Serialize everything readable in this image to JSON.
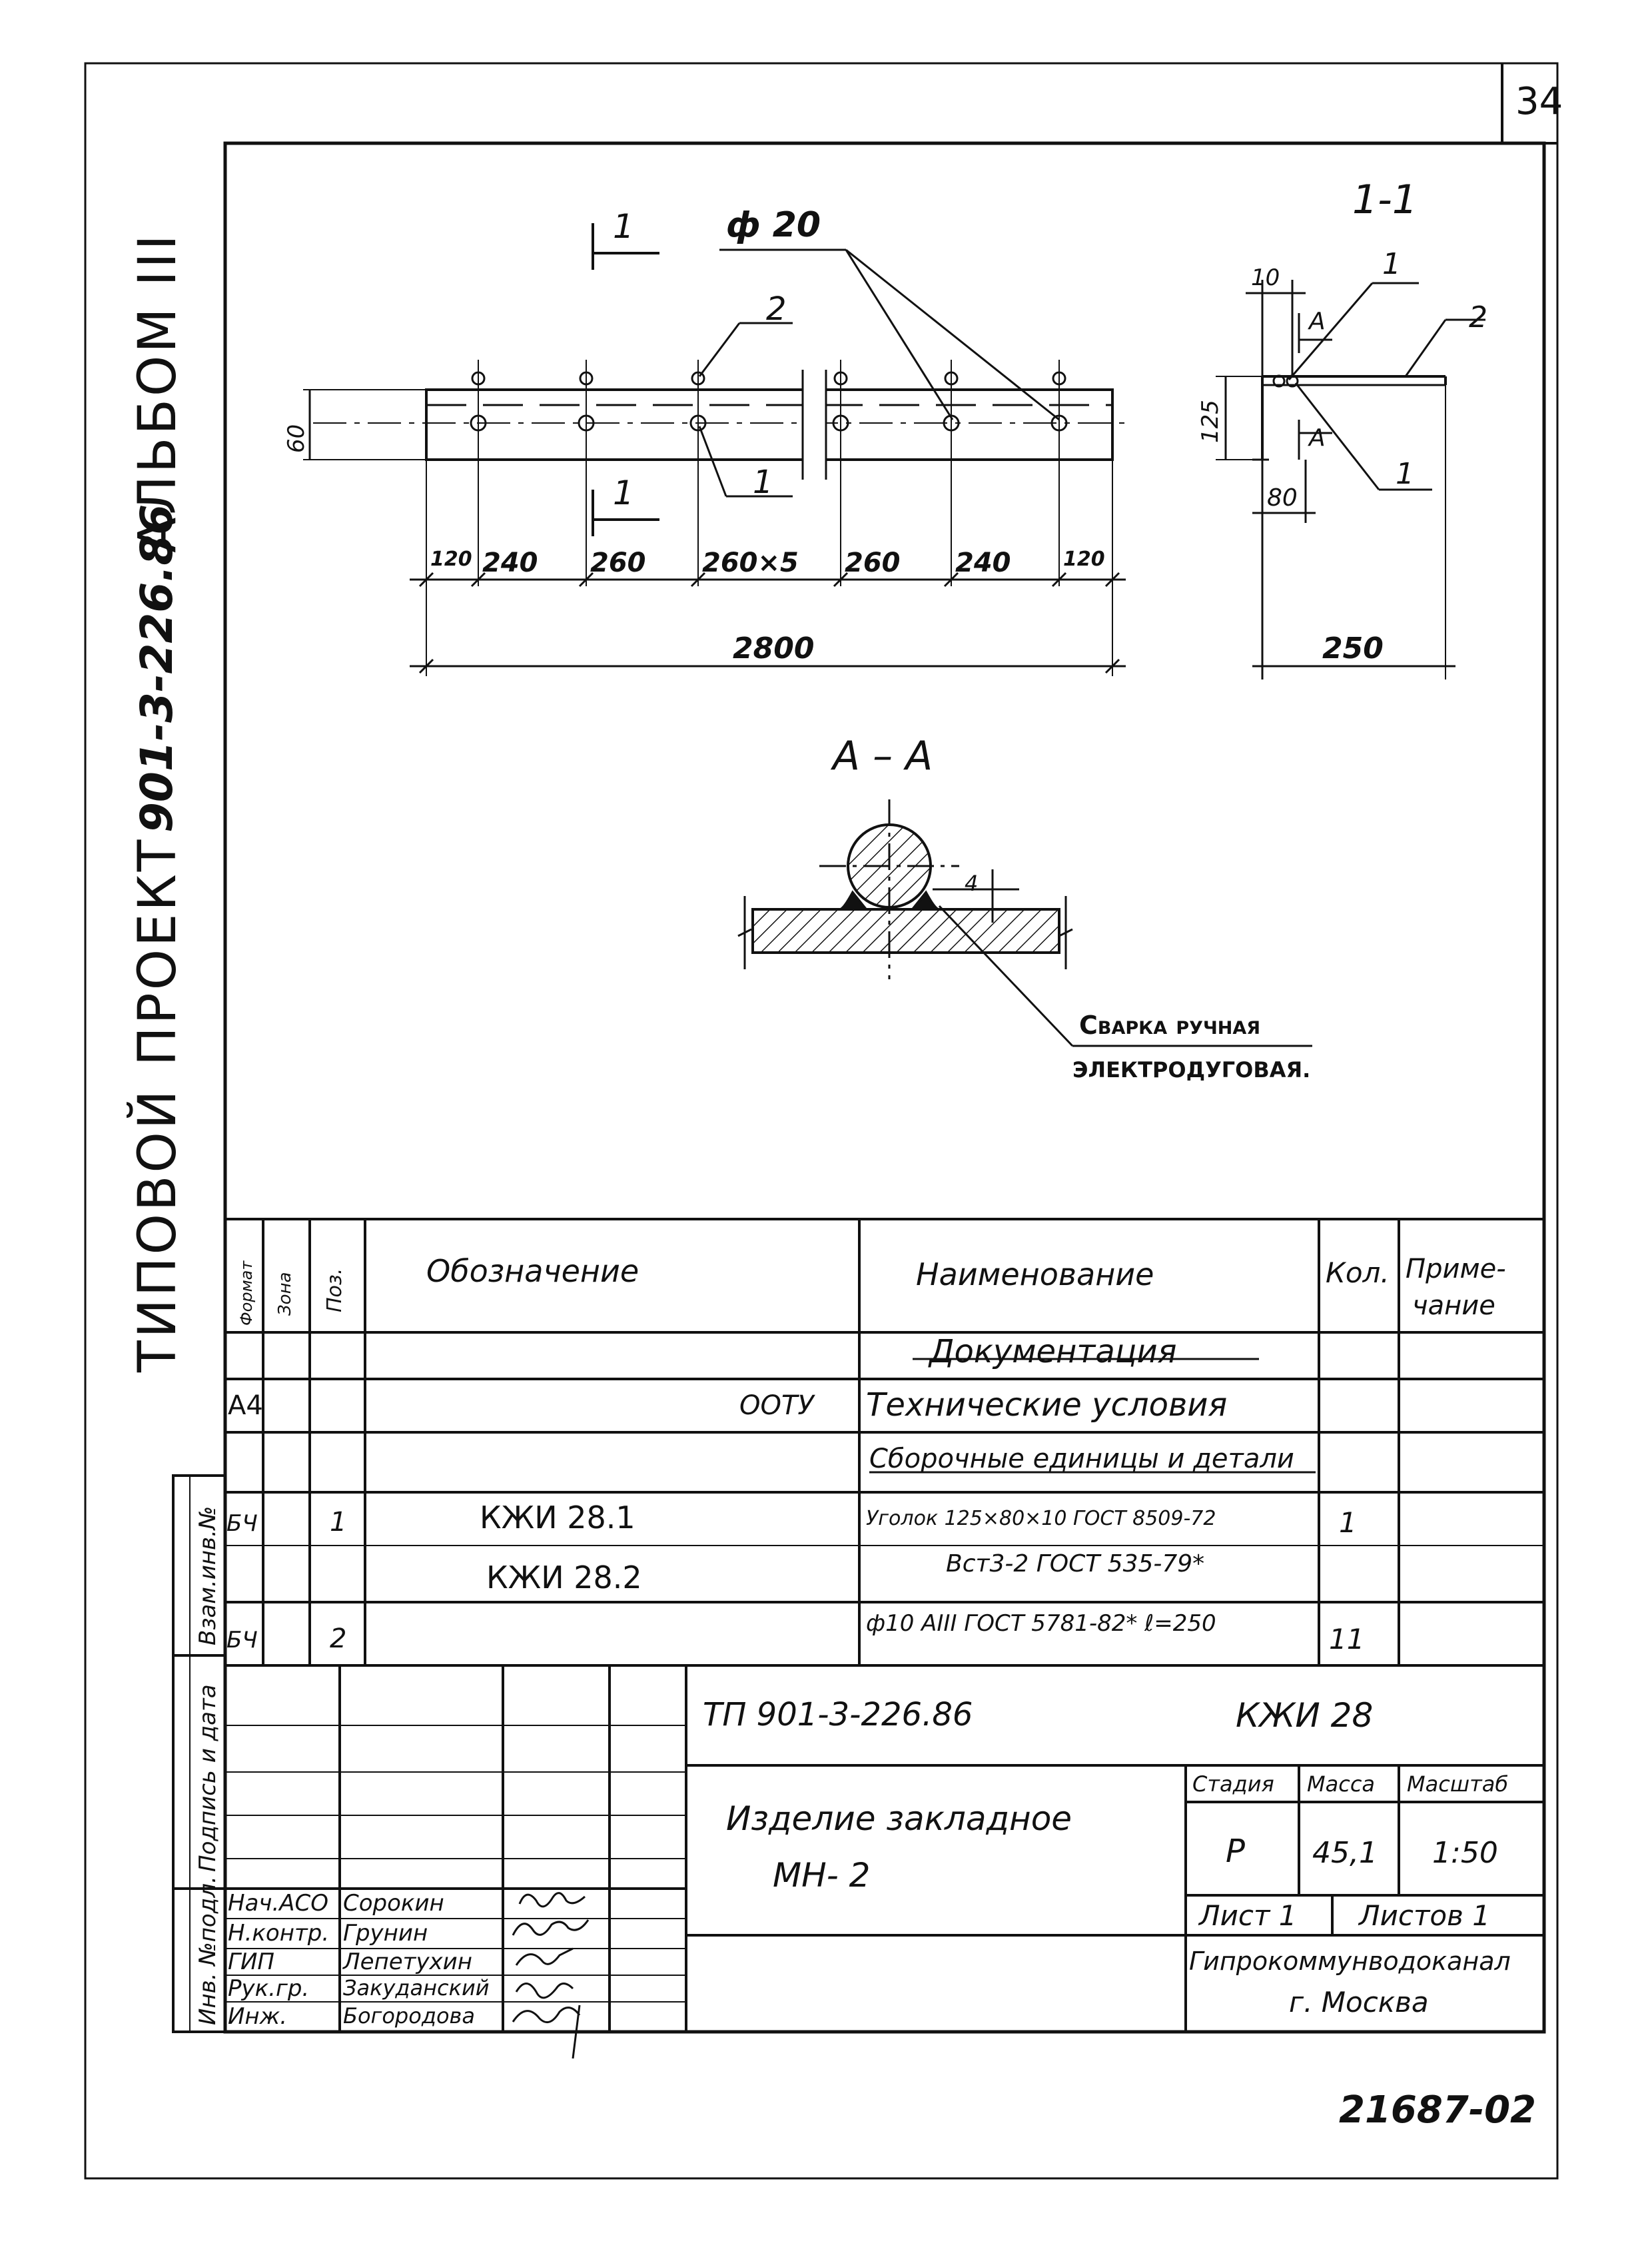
{
  "page_number": "34",
  "side_title": {
    "prefix": "ТИПОВОЙ",
    "project": "ПРОЕКТ",
    "code": "901-3-226.86",
    "album": "АЛЬБОМ III"
  },
  "left_stamp": {
    "inv_podl": "Инв. №подл.",
    "podpis_data": "Подпись и дата",
    "vzam_inv": "Взам.инв.№"
  },
  "drawing": {
    "section_1_1": "1-1",
    "section_mark_1": "1",
    "phi20": "ф 20",
    "pos2": "2",
    "pos1": "1",
    "dim_60": "60",
    "dims_bottom": [
      "120",
      "240",
      "260",
      "260×5",
      "260",
      "240",
      "120"
    ],
    "dim_total": "2800",
    "side_10": "10",
    "side_A": "А",
    "side_125": "125",
    "side_80": "80",
    "side_250": "250",
    "side_pos1a": "1",
    "side_pos2": "2",
    "side_pos1b": "1",
    "section_AA": "А – А",
    "weld_h": "4",
    "weld_label_1": "Сварка ручная",
    "weld_label_2": "электродуговая."
  },
  "spec": {
    "headers": {
      "format": "Формат",
      "zone": "Зона",
      "pos": "Поз.",
      "designation": "Обозначение",
      "name": "Наименование",
      "qty": "Кол.",
      "note_1": "Приме-",
      "note_2": "чание"
    },
    "rows": [
      {
        "format": "",
        "pos": "",
        "designation": "",
        "name": "Документация",
        "qty": ""
      },
      {
        "format": "А4",
        "pos": "",
        "designation": "ООТУ",
        "name": "Технические условия",
        "qty": ""
      },
      {
        "format": "",
        "pos": "",
        "designation": "",
        "name": "Сборочные единицы и детали",
        "qty": ""
      },
      {
        "format": "БЧ",
        "pos": "1",
        "designation": "КЖИ 28.1",
        "name": "Уголок 125×80×10 ГОСТ 8509-72",
        "qty": "1"
      },
      {
        "format": "",
        "pos": "",
        "designation": "КЖИ 28.2",
        "name": "Вст3-2 ГОСТ 535-79*",
        "qty": ""
      },
      {
        "format": "БЧ",
        "pos": "2",
        "designation": "",
        "name": "ф10 АIII ГОСТ 5781-82* ℓ=250",
        "qty": "11"
      }
    ]
  },
  "title_block": {
    "doc_code": "ТП   901-3-226.86",
    "sheet_code": "КЖИ 28",
    "product_1": "Изделие   закладное",
    "product_2": "МН- 2",
    "stage_label": "Стадия",
    "mass_label": "Масса",
    "scale_label": "Масштаб",
    "stage": "Р",
    "mass": "45,1",
    "scale": "1:50",
    "sheet": "Лист 1",
    "sheets": "Листов 1",
    "org_1": "Гипрокоммунводоканал",
    "org_2": "г. Москва",
    "signers": [
      {
        "role": "Нач.АСО",
        "name": "Сорокин"
      },
      {
        "role": "Н.контр.",
        "name": "Грунин"
      },
      {
        "role": "ГИП",
        "name": "Лепетухин"
      },
      {
        "role": "Рук.гр.",
        "name": "Закуданский"
      },
      {
        "role": "Инж.",
        "name": "Богородова"
      }
    ]
  },
  "footer_code": "21687-02"
}
